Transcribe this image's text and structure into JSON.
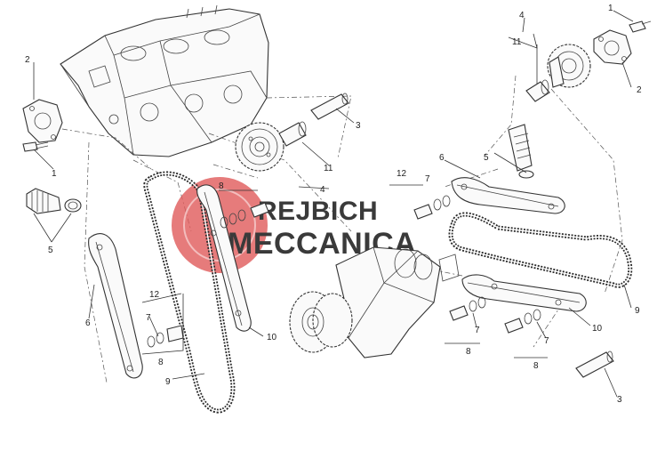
{
  "watermark": {
    "line1": "REJBICH",
    "line2": "MECCANICA",
    "accent_color": "#e05a5a",
    "text_color": "#3a3a3a"
  },
  "callouts": [
    {
      "id": "c-1-top-right",
      "label": "1"
    },
    {
      "id": "c-2-top-right",
      "label": "2"
    },
    {
      "id": "c-4-top-right",
      "label": "4"
    },
    {
      "id": "c-11-top-right",
      "label": "11"
    },
    {
      "id": "c-2-left",
      "label": "2"
    },
    {
      "id": "c-1-left",
      "label": "1"
    },
    {
      "id": "c-5-left",
      "label": "5"
    },
    {
      "id": "c-3-center",
      "label": "3"
    },
    {
      "id": "c-11-center",
      "label": "11"
    },
    {
      "id": "c-4-center",
      "label": "4"
    },
    {
      "id": "c-8-center",
      "label": "8"
    },
    {
      "id": "c-5-right",
      "label": "5"
    },
    {
      "id": "c-6-right",
      "label": "6"
    },
    {
      "id": "c-12-right",
      "label": "12"
    },
    {
      "id": "c-7-right-a",
      "label": "7"
    },
    {
      "id": "c-6-left",
      "label": "6"
    },
    {
      "id": "c-12-left",
      "label": "12"
    },
    {
      "id": "c-7-left",
      "label": "7"
    },
    {
      "id": "c-8-left",
      "label": "8"
    },
    {
      "id": "c-9-left",
      "label": "9"
    },
    {
      "id": "c-10-center",
      "label": "10"
    },
    {
      "id": "c-9-right",
      "label": "9"
    },
    {
      "id": "c-10-right",
      "label": "10"
    },
    {
      "id": "c-7-right-b",
      "label": "7"
    },
    {
      "id": "c-8-right-a",
      "label": "8"
    },
    {
      "id": "c-7-right-c",
      "label": "7"
    },
    {
      "id": "c-8-right-b",
      "label": "8"
    },
    {
      "id": "c-3-bottom",
      "label": "3"
    }
  ]
}
